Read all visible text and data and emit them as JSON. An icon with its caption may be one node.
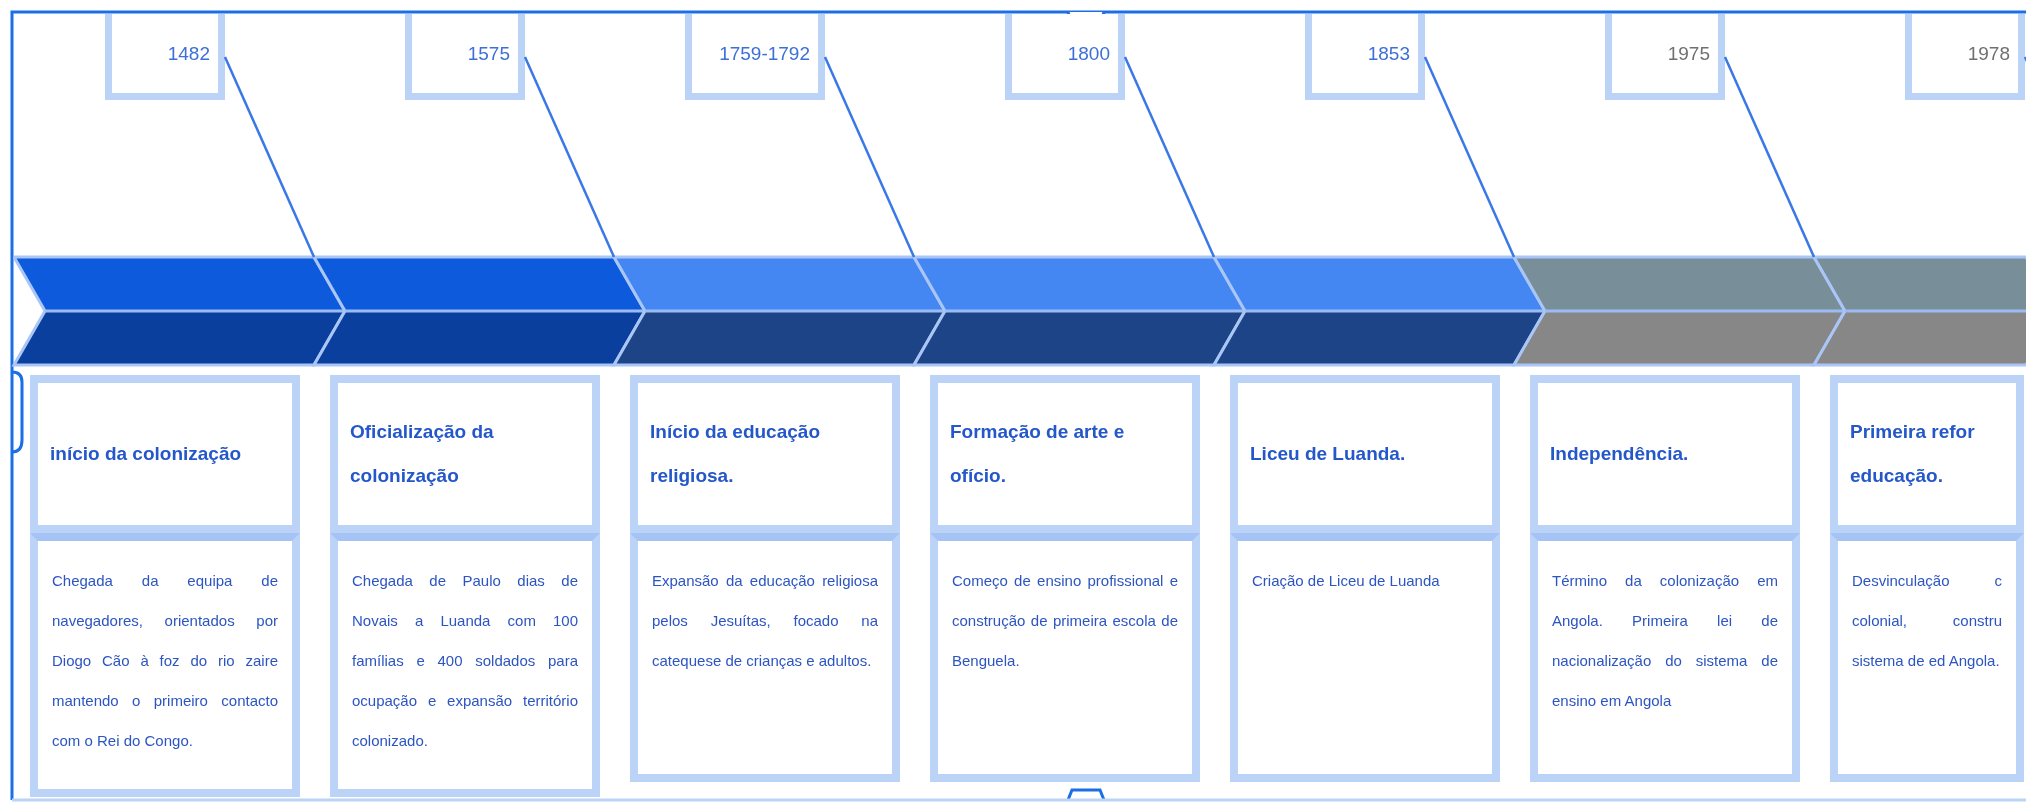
{
  "diagram": {
    "nodes": [
      {
        "text": [
          "1482"
        ]
      },
      {
        "text": [
          "início da colonização"
        ]
      },
      {
        "text": [
          "Chegada da equipa de navegadores, orientados por Diogo Cão à foz do rio zaire mantendo o primeiro contacto com o Rei do Congo."
        ]
      },
      {
        "text": [
          "1575"
        ]
      },
      {
        "text": [
          "Oficialização da colonização"
        ]
      },
      {
        "text": [
          "Chegada de Paulo dias de Novais a Luanda com 100 famílias e 400 soldados para ocupação e expansão território colonizado."
        ]
      },
      {
        "text": [
          "1759-1792"
        ]
      },
      {
        "text": [
          "Início da educação religiosa."
        ]
      },
      {
        "text": [
          "Expansão da educação religiosa pelos Jesuítas, focado na catequese de crianças e adultos."
        ]
      },
      {
        "text": [
          "1800"
        ]
      },
      {
        "text": [
          "Formação de arte e ofício."
        ]
      },
      {
        "text": [
          "Começo de ensino profissional e construção de primeira escola de Benguela."
        ]
      },
      {
        "text": [
          "1853"
        ]
      },
      {
        "text": [
          "Liceu de Luanda."
        ]
      },
      {
        "text": [
          "Criação de Liceu de Luanda"
        ]
      },
      {
        "text": [
          "1975"
        ]
      },
      {
        "text": [
          "Independência."
        ]
      },
      {
        "text": [
          "Término da colonização em Angola. Primeira lei de nacionalização do sistema de ensino em Angola"
        ]
      },
      {
        "text": [
          "1978"
        ]
      },
      {
        "text": [
          "Primeira refor educação."
        ]
      },
      {
        "text": [
          "Desvinculação c colonial, constru sistema de ed Angola."
        ]
      }
    ],
    "edges": [
      {
        "from": 0,
        "to": null,
        "arrow": "none"
      },
      {
        "from": 3,
        "to": null,
        "arrow": "none"
      },
      {
        "from": 6,
        "to": null,
        "arrow": "none"
      },
      {
        "from": 9,
        "to": null,
        "arrow": "none"
      },
      {
        "from": 12,
        "to": null,
        "arrow": "none"
      },
      {
        "from": 15,
        "to": null,
        "arrow": "none"
      },
      {
        "from": 18,
        "to": null,
        "arrow": "none"
      }
    ]
  }
}
